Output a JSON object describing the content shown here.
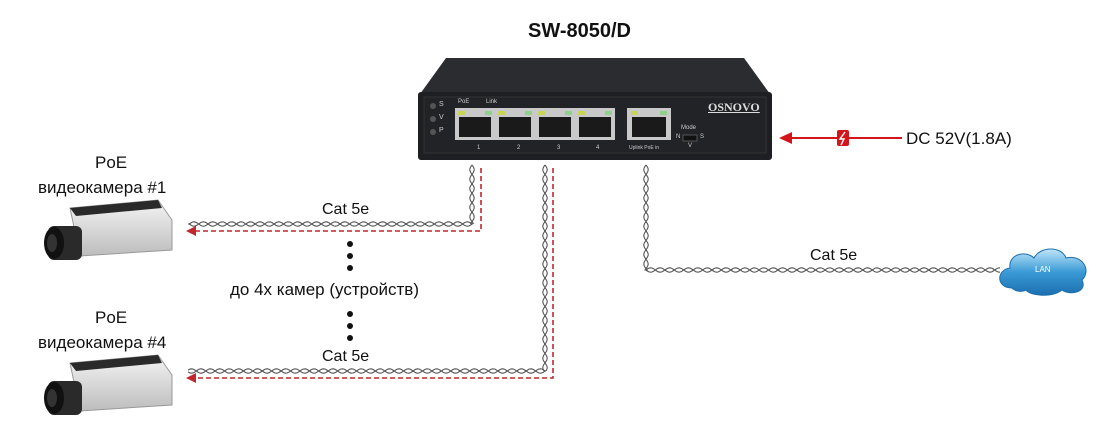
{
  "title": "SW-8050/D",
  "switch": {
    "brand": "OSNOVO",
    "leds": [
      "S",
      "V",
      "P"
    ],
    "poe_label": "PoE",
    "link_label": "Link",
    "ports": [
      "1",
      "2",
      "3",
      "4"
    ],
    "uplink_label": "Uplink PoE in",
    "mode_label": "Mode",
    "mode_options": [
      "N",
      "V",
      "S"
    ]
  },
  "power": {
    "label": "DC 52V(1.8A)",
    "color": "#d4161c"
  },
  "cameras": [
    {
      "line1": "PoE",
      "line2": "видеокамера #1",
      "cable": "Cat 5e"
    },
    {
      "line1": "PoE",
      "line2": "видеокамера #4",
      "cable": "Cat 5e"
    }
  ],
  "middle_note": "до 4х камер (устройств)",
  "uplink": {
    "cable": "Cat 5e",
    "cloud_label": "LAN"
  },
  "colors": {
    "switch": "#1e1f22",
    "poe_dash": "#c0282d",
    "cloud": "#2a8fd0"
  }
}
